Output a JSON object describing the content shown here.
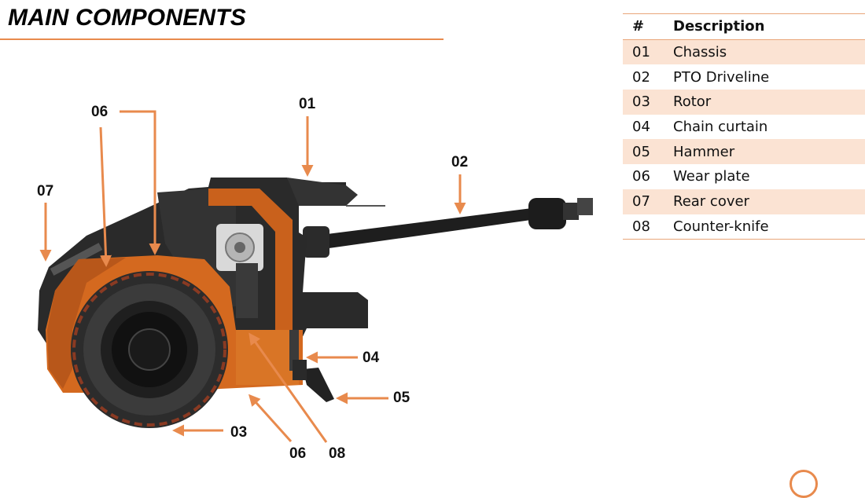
{
  "header": {
    "title": "MAIN COMPONENTS"
  },
  "table": {
    "headers": {
      "number": "#",
      "description": "Description"
    },
    "rows": [
      {
        "number": "01",
        "description": "Chassis"
      },
      {
        "number": "02",
        "description": "PTO Driveline"
      },
      {
        "number": "03",
        "description": "Rotor"
      },
      {
        "number": "04",
        "description": "Chain curtain"
      },
      {
        "number": "05",
        "description": "Hammer"
      },
      {
        "number": "06",
        "description": "Wear plate"
      },
      {
        "number": "07",
        "description": "Rear cover"
      },
      {
        "number": "08",
        "description": "Counter-knife"
      }
    ]
  },
  "callouts": {
    "c01": "01",
    "c02": "02",
    "c03": "03",
    "c04": "04",
    "c05": "05",
    "c06_top": "06",
    "c06_bottom": "06",
    "c07": "07",
    "c08": "08"
  },
  "colors": {
    "accent": "#e88a4d",
    "table_stripe": "#fbe3d3",
    "machine_orange": "#d4691f",
    "machine_dark": "#2a2a2a"
  }
}
